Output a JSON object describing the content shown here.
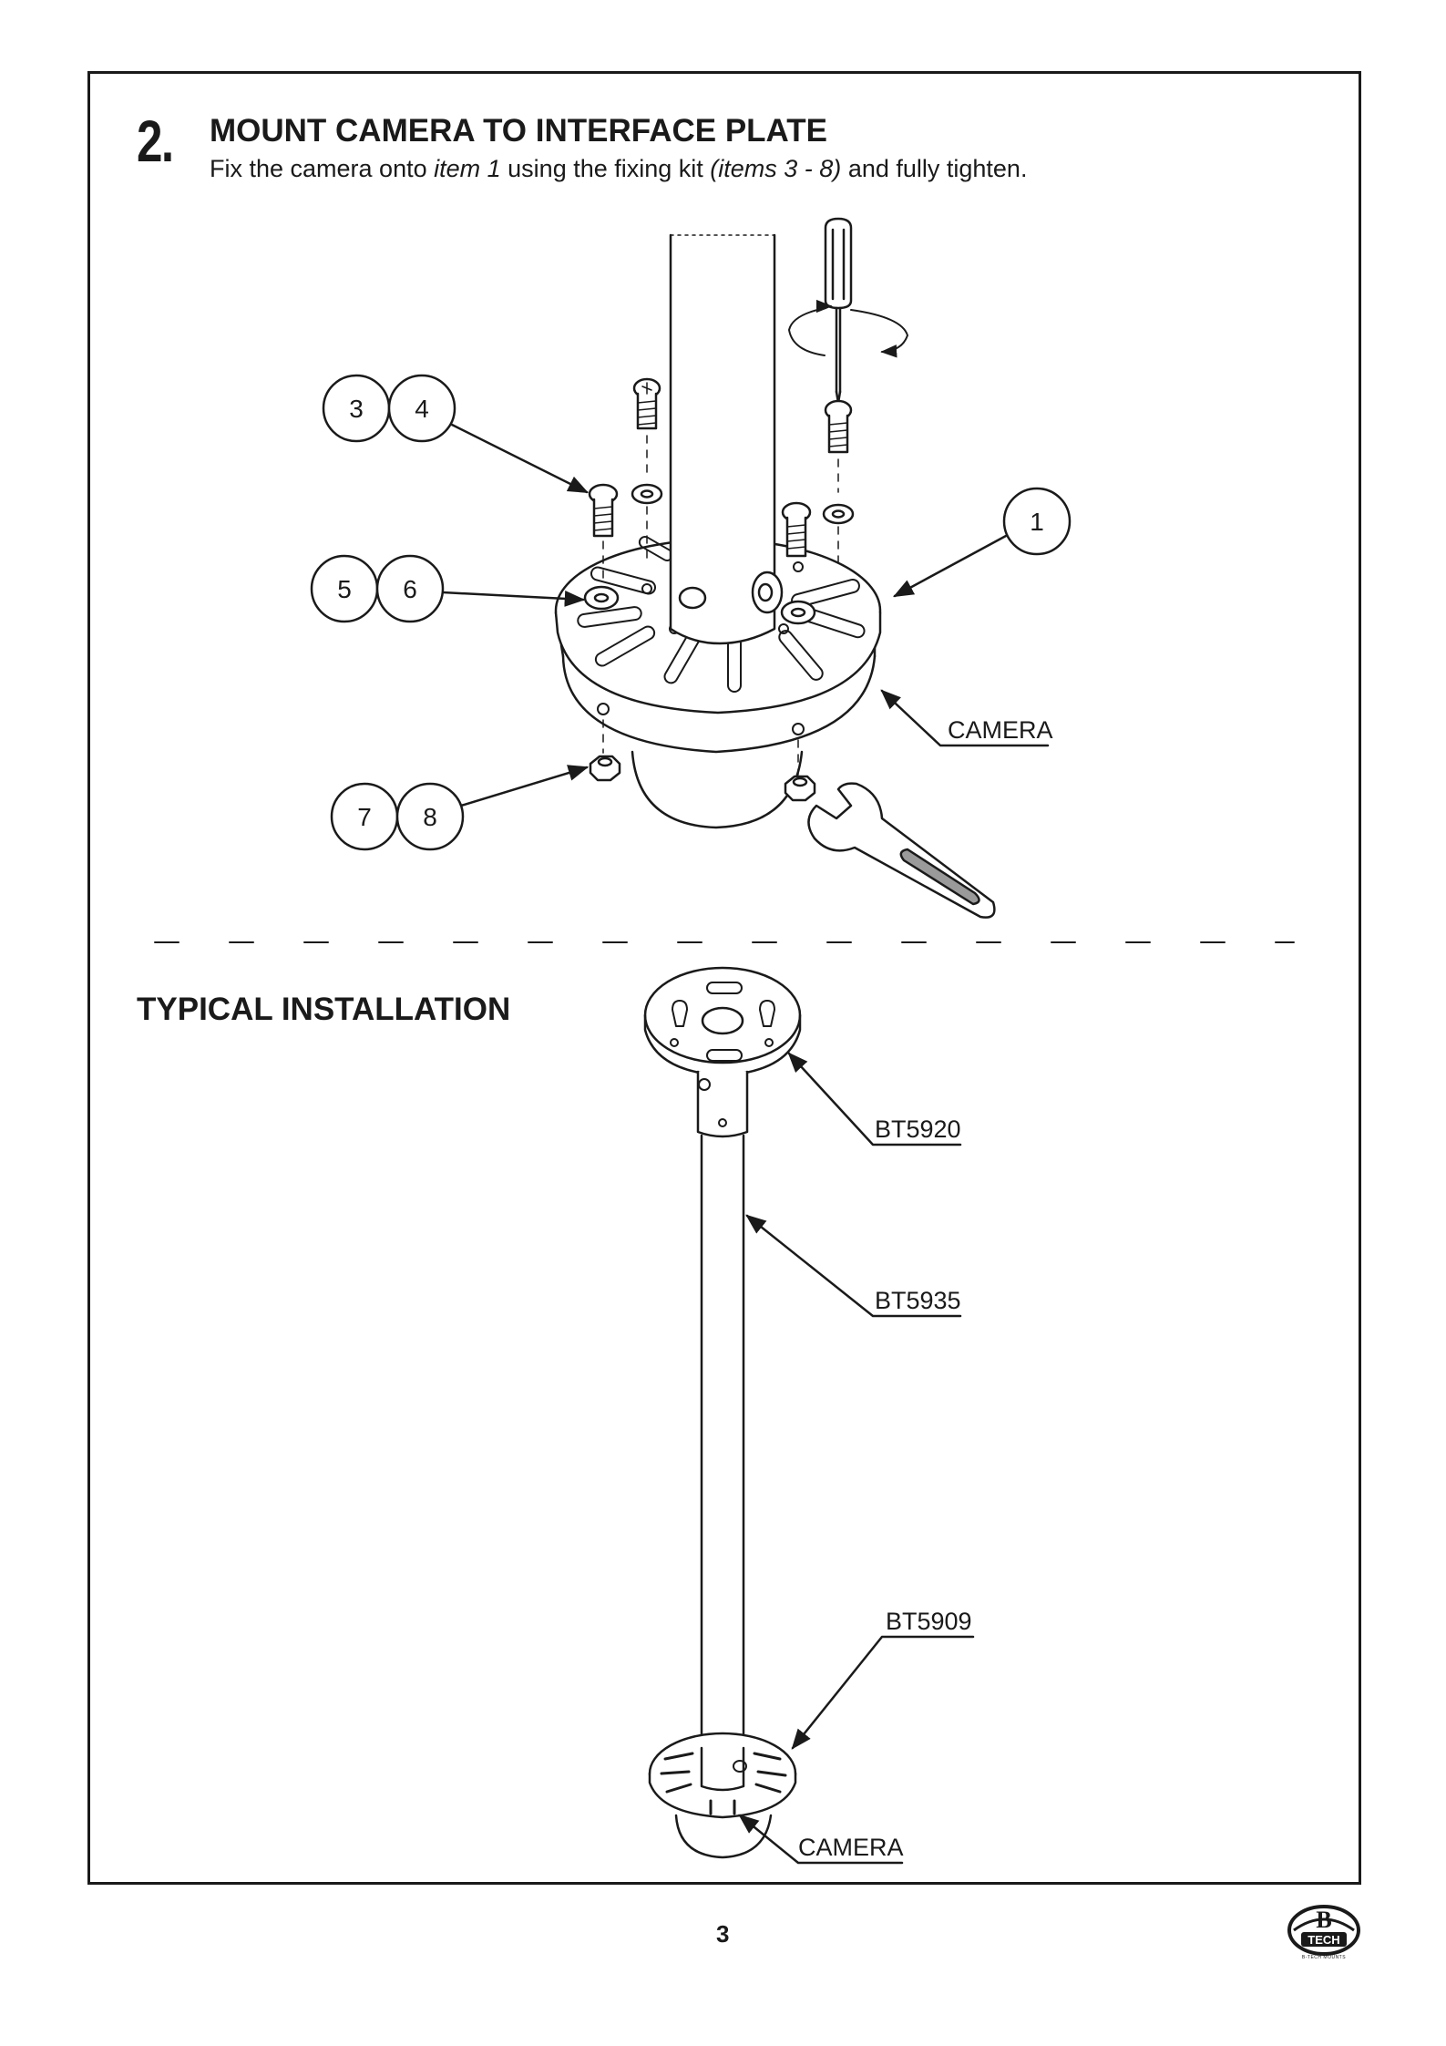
{
  "step": {
    "number": "2.",
    "title": "MOUNT CAMERA TO INTERFACE PLATE",
    "text_before": "Fix the camera onto ",
    "text_item": "item 1",
    "text_middle": " using the fixing kit ",
    "text_items": "(items 3 - 8)",
    "text_after": " and fully tighten."
  },
  "callouts": {
    "c1": "1",
    "c3": "3",
    "c4": "4",
    "c5": "5",
    "c6": "6",
    "c7": "7",
    "c8": "8",
    "camera": "CAMERA"
  },
  "typical": {
    "title": "TYPICAL INSTALLATION",
    "bt5920": "BT5920",
    "bt5935": "BT5935",
    "bt5909": "BT5909",
    "camera": "CAMERA"
  },
  "footer": {
    "page_number": "3",
    "logo_letter": "B",
    "logo_word": "TECH",
    "logo_tagline": "B-TECH MOUNTS"
  }
}
